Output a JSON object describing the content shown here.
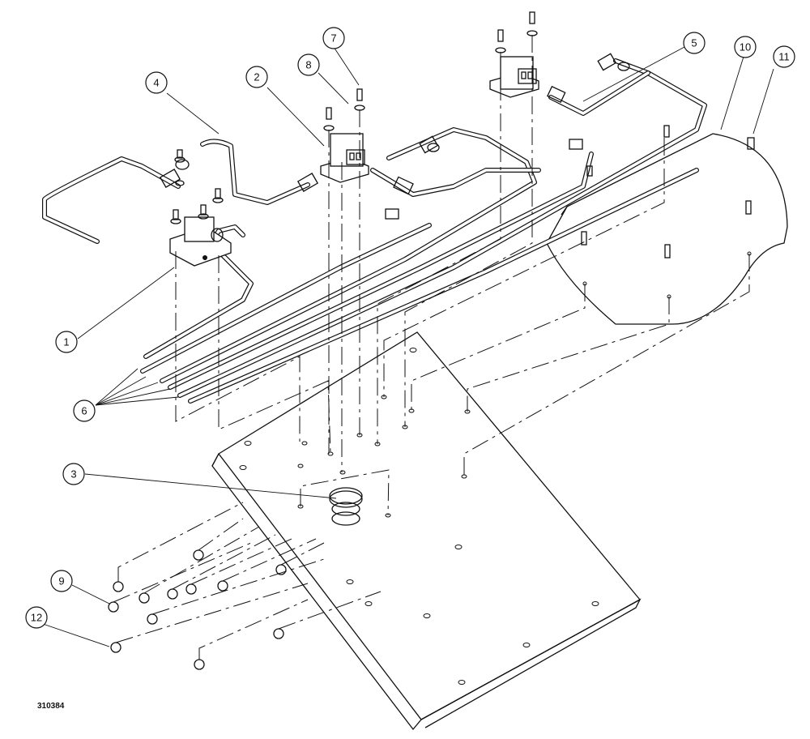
{
  "callouts": [
    {
      "id": "c1",
      "label": "1"
    },
    {
      "id": "c2",
      "label": "2"
    },
    {
      "id": "c3",
      "label": "3"
    },
    {
      "id": "c4",
      "label": "4"
    },
    {
      "id": "c5",
      "label": "5"
    },
    {
      "id": "c6",
      "label": "6"
    },
    {
      "id": "c7",
      "label": "7"
    },
    {
      "id": "c8",
      "label": "8"
    },
    {
      "id": "c9",
      "label": "9"
    },
    {
      "id": "c10",
      "label": "10"
    },
    {
      "id": "c11",
      "label": "11"
    },
    {
      "id": "c12",
      "label": "12"
    }
  ],
  "drawing_number": "310384"
}
